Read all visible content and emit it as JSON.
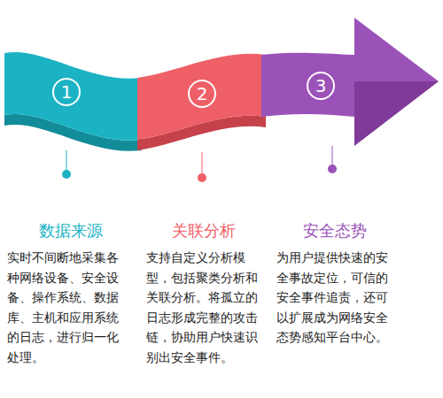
{
  "diagram": {
    "nodes": [
      {
        "text": [
          "1",
          "数据来源",
          "实时不间断地采集各种网络设备、安全设备、操作系统、数据库、主机和应用系统的日志，进行归一化处理。"
        ]
      },
      {
        "text": [
          "2",
          "关联分析",
          "支持自定义分析模型，包括聚类分析和关联分析。将孤立的日志形成完整的攻击链，协助用户快速识别出安全事件。"
        ]
      },
      {
        "text": [
          "3",
          "安全态势",
          "为用户提供快速的安全事故定位，可信的安全事件追责，还可以扩展成为网络安全态势感知平台中心。"
        ]
      }
    ]
  }
}
